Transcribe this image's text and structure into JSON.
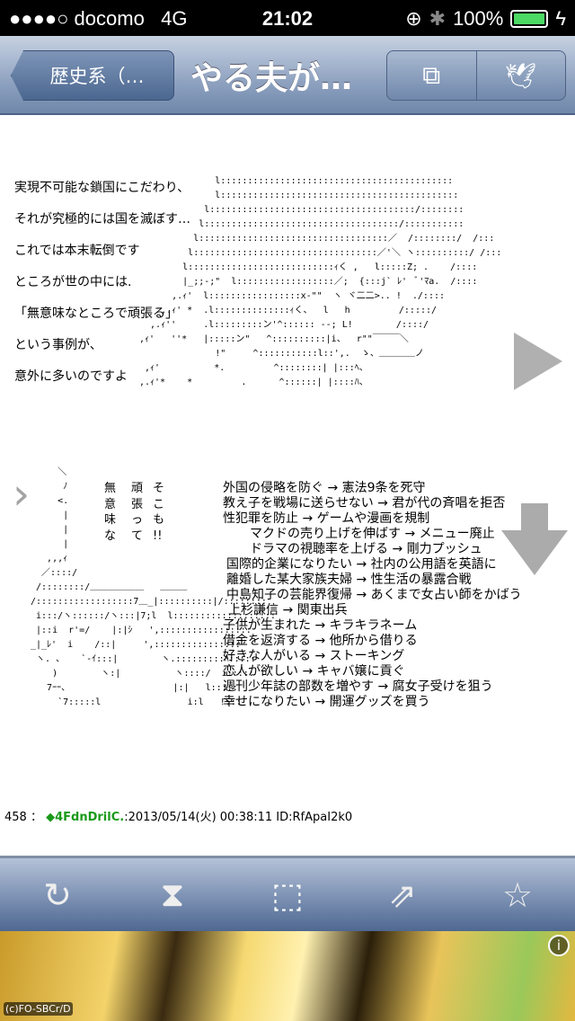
{
  "status": {
    "carrier": "●●●●○ docomo",
    "network": "4G",
    "time": "21:02",
    "battery": "100%"
  },
  "nav": {
    "back_label": "歴史系（…",
    "title": "やる夫が…",
    "rotate_icon": "rotate-device-icon",
    "twitter_icon": "twitter-bird-icon"
  },
  "post": {
    "left_lines": [
      "実現不可能な鎖国にこだわり、",
      "それが究極的には国を滅ぼす…",
      "これでは本末転倒です",
      "ところが世の中には.",
      "「無意味なところで頑張る」",
      "という事例が、",
      "意外に多いのですよ"
    ],
    "vertical_cols": [
      "無意味な",
      "頑張って",
      "そこも !!"
    ],
    "list": [
      "外国の侵略を防ぐ → 憲法9条を死守",
      "教え子を戦場に送らせない → 君が代の斉唱を拒否",
      "性犯罪を防止 → ゲームや漫画を規制",
      "マクドの売り上げを伸ばす → メニュー廃止",
      "ドラマの視聴率を上げる → 剛力プッシュ",
      "国際的企業になりたい → 社内の公用語を英語に",
      "離婚した某大家族夫婦 → 性生活の暴露合戦",
      "中島知子の芸能界復帰 → あくまで女占い師をかばう",
      "上杉謙信 → 関東出兵",
      "子供が生まれた → キラキラネーム",
      "借金を返済する → 他所から借りる",
      "好きな人がいる → ストーキング",
      "恋人が欲しい → キャバ嬢に貢ぐ",
      "週刊少年誌の部数を増やす → 腐女子受けを狙う",
      "幸せになりたい → 開運グッズを買う"
    ],
    "art_top": "              l:::::::::::::::::::::::::::::::::::::::::::\n              l::::::::::::::::::::::::::::::::::::::::::::\n            l::::::::::::::::::::::::::::::::::::::/::::::::\n           l::::::::::::::::::::::::::::::::::::/:::::::::::\n          l:::::::::::::::::::::::::::::::::::／  /::::::::/  /:::\n         l::::::::::::::::::::::::::::::::::／'＼ ヽ::::::::::/ /:::\n        l:::::::::::::::::::::::::::ｨく ,   l:::::Z; .    /::::\n        |_;;-;\"  l::::::::::::::::::／;  {:::j` ﾚ'  ﾞ'ﾏa.  /::::\n      ,.ｨ'  l:::::::::::::::::x-\"\"  ヽ ヾ二二>.. !  ./::::\n    ,.ｨ' *  .l::::::::::::::ｨく、  l   h         /:::::/\n  ,.ｨ''     .l:::::::::ン'^:::::: ‐‐; L!        /::::/\n,ｨ'   ''*   |:::::ン\"   ^::::::::::|i、  r\"\"￣￣￣＼\n              !\"     ^:::::::::::l::',.  ゝ、＿＿＿＿ノ\n ,ｨ'          *.         ^::::::::| |:::ﾍ、\n,.ｨ'*    *         .      ^::::::| |::::ﾊ、",
    "art_bottom": "     ＼\n      ﾉ\n     <.\n      |\n      |\n      |\n   ,,,ｨ\n  ／::::/\n /::::::::/＿＿＿＿＿＿   ＿＿＿\n/::::::::::::::::::7＿_|::::::::::|/::::::::\n i:::/ヽ::::::/ヽ:::|7;l  l:::::::::::::::::::\n |::i  r'=/    |:|ｼ   ',:::::::::::::::::\n_|_ﾚ'  i    /::|     ',::::::::::::::::\n ヽ. 、   `-ｲ:::|        ヽ.:::::::::ﾊ:::::\n    )        ヽ:|          ヽ::::/  i:::::\n   7ｰｰ、                   |:|   l:::::\n     `7:::::l                i:l   !:::",
    "meta": {
      "number": "458",
      "separator": "：",
      "name": "◆4FdnDrilC.",
      "date": ":2013/05/14(火) 00:38:11 ID:RfApaI2k0"
    }
  },
  "toolbar": {
    "refresh_icon": "refresh-icon",
    "scroll_bottom_icon": "scroll-to-bottom-icon",
    "fullscreen_icon": "fullscreen-icon",
    "share_icon": "share-icon",
    "favorite_icon": "star-icon"
  },
  "ad": {
    "copyright": "(c)FO-SBCr/D",
    "info": "i"
  }
}
